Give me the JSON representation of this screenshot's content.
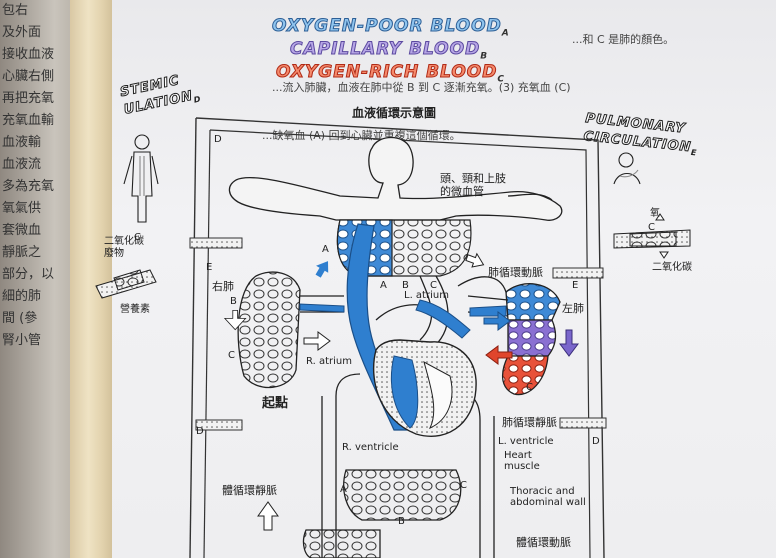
{
  "header_text": {
    "line1": "...和 C 是肺的顏色。",
    "line2": "...流入肺臟，血液在肺中從 B 到 C 逐漸充氧。(3) 充氧血 (C)",
    "line3": "...缺氧血 (A) 回到心臟並重複這個循環。"
  },
  "legend": {
    "poor": "OXYGEN-POOR BLOOD",
    "poor_letter": "A",
    "capillary": "CAPILLARY BLOOD",
    "capillary_letter": "B",
    "rich": "OXYGEN-RICH BLOOD",
    "rich_letter": "C"
  },
  "diagram_title": "血液循環示意圖",
  "systemic_title_line1": "STEMIC",
  "systemic_title_line2": "ULATION",
  "systemic_letter": "D",
  "pulmonary_title_line1": "PULMONARY",
  "pulmonary_title_line2": "CIRCULATION",
  "pulmonary_letter": "E",
  "left_side": {
    "co2_waste": "二氧化碳\n廢物",
    "nutrients": "營養素"
  },
  "right_side": {
    "oxygen": "氧",
    "co2": "二氧化碳"
  },
  "labels": {
    "head_caps": "頭、頸和上肢\n的微血管",
    "right_lung": "右肺",
    "left_lung": "左肺",
    "pulmonary_artery": "肺循環動脈",
    "pulmonary_vein": "肺循環靜脈",
    "l_atrium": "L. atrium",
    "r_atrium": "R. atrium",
    "r_ventricle": "R. ventricle",
    "l_ventricle": "L. ventricle",
    "heart_muscle": "Heart\nmuscle",
    "start_point": "起點",
    "thoracic": "Thoracic and\nabdominal wall",
    "systemic_vein": "體循環靜脈",
    "systemic_artery": "體循環動脈",
    "letter_a": "A",
    "letter_b": "B",
    "letter_c": "C",
    "letter_d": "D",
    "letter_e": "E"
  },
  "left_page_lines": [
    "包右",
    "及外面",
    "接收血液",
    "",
    "心臟右側",
    "再把充氧",
    "充氧血輸",
    "血液輸",
    "血液流",
    "",
    "多為充氧",
    "氧氣供",
    "",
    "套微血",
    "靜脈之",
    "部分，以",
    "細的肺",
    "間 (參",
    "腎小管"
  ],
  "colors": {
    "oxygen_poor": "#2f7fcf",
    "capillary": "#8a6fcf",
    "oxygen_rich": "#e0452c"
  }
}
